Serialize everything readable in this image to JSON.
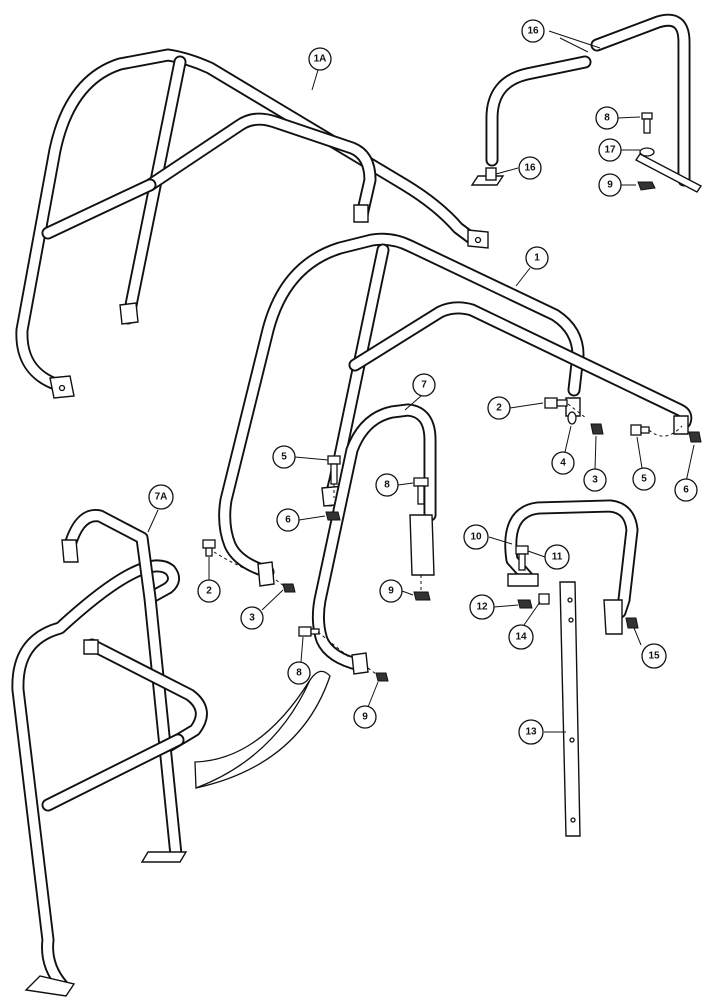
{
  "callouts": {
    "c1": "1",
    "c1a": "1A",
    "c2a": "2",
    "c2b": "2",
    "c3a": "3",
    "c3b": "3",
    "c4": "4",
    "c5a": "5",
    "c5b": "5",
    "c6a": "6",
    "c6b": "6",
    "c7": "7",
    "c7a": "7A",
    "c8a": "8",
    "c8b": "8",
    "c8c": "8",
    "c9a": "9",
    "c9b": "9",
    "c9c": "9",
    "c10": "10",
    "c11": "11",
    "c12": "12",
    "c13": "13",
    "c14": "14",
    "c15": "15",
    "c16a": "16",
    "c16b": "16",
    "c17": "17"
  }
}
